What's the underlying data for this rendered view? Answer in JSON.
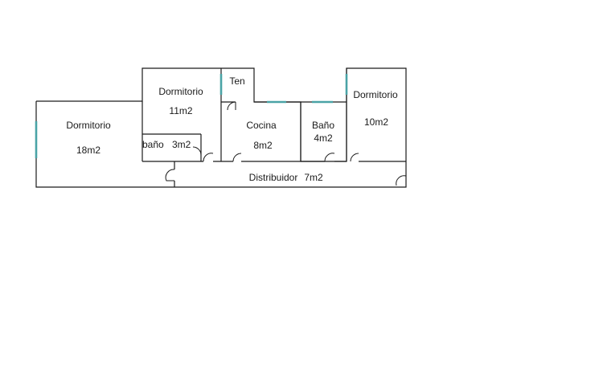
{
  "floorplan": {
    "rooms": [
      {
        "id": "dormitorio-18",
        "name": "Dormitorio",
        "area": "18m2"
      },
      {
        "id": "dormitorio-11",
        "name": "Dormitorio",
        "area": "11m2"
      },
      {
        "id": "bano-3",
        "name": "baño",
        "area": "3m2"
      },
      {
        "id": "ten",
        "name": "Ten",
        "area": ""
      },
      {
        "id": "cocina",
        "name": "Cocina",
        "area": "8m2"
      },
      {
        "id": "bano-4",
        "name": "Baño",
        "area": "4m2"
      },
      {
        "id": "dormitorio-10",
        "name": "Dormitorio",
        "area": "10m2"
      },
      {
        "id": "distribuidor",
        "name": "Distribuidor",
        "area": "7m2"
      }
    ],
    "colors": {
      "wall": "#1a1a1a",
      "window": "#4aa3a6",
      "background": "#ffffff"
    }
  }
}
